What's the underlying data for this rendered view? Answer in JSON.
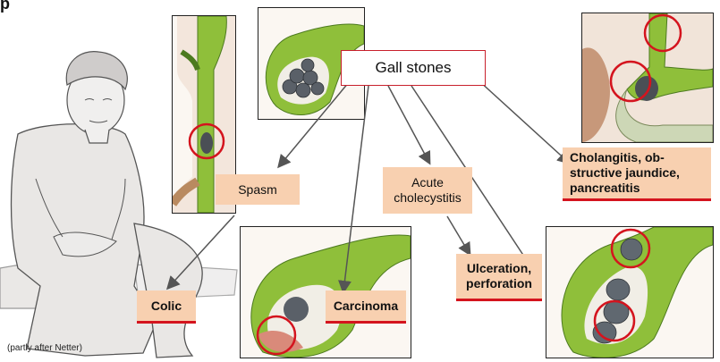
{
  "top_label": "p",
  "center_label": "Gall stones",
  "labels": {
    "spasm": "Spasm",
    "acute_line1": "Acute",
    "acute_line2": "cholecystitis",
    "cholangitis_line1": "Cholangitis, ob-",
    "cholangitis_line2": "structive jaundice,",
    "cholangitis_line3": "pancreatitis",
    "ulceration_line1": "Ulceration,",
    "ulceration_line2": "perforation",
    "colic": "Colic",
    "carcinoma": "Carcinoma"
  },
  "caption": "(partly after Netter)",
  "colors": {
    "accent_red": "#d4141e",
    "label_fill": "#f8d0b0",
    "bile_green": "#8fbf3a"
  }
}
